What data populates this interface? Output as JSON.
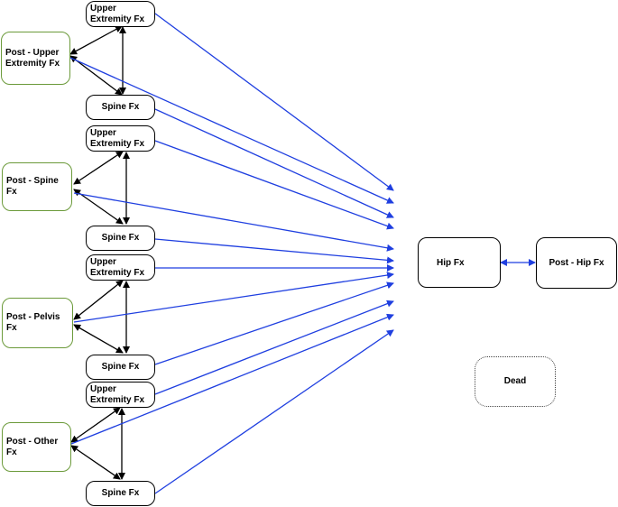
{
  "nodes": {
    "post_upper": "Post - Upper\nExtremity Fx",
    "post_spine": "Post - Spine Fx",
    "post_pelvis": "Post - Pelvis Fx",
    "post_other": "Post - Other Fx",
    "upper_extremity": "Upper\nExtremity Fx",
    "spine": "Spine Fx",
    "hip": "Hip Fx",
    "post_hip": "Post - Hip Fx",
    "dead": "Dead"
  },
  "colors": {
    "black_arrow": "#000000",
    "blue_arrow": "#1f3fe0",
    "post_border": "#6b9a3a"
  }
}
